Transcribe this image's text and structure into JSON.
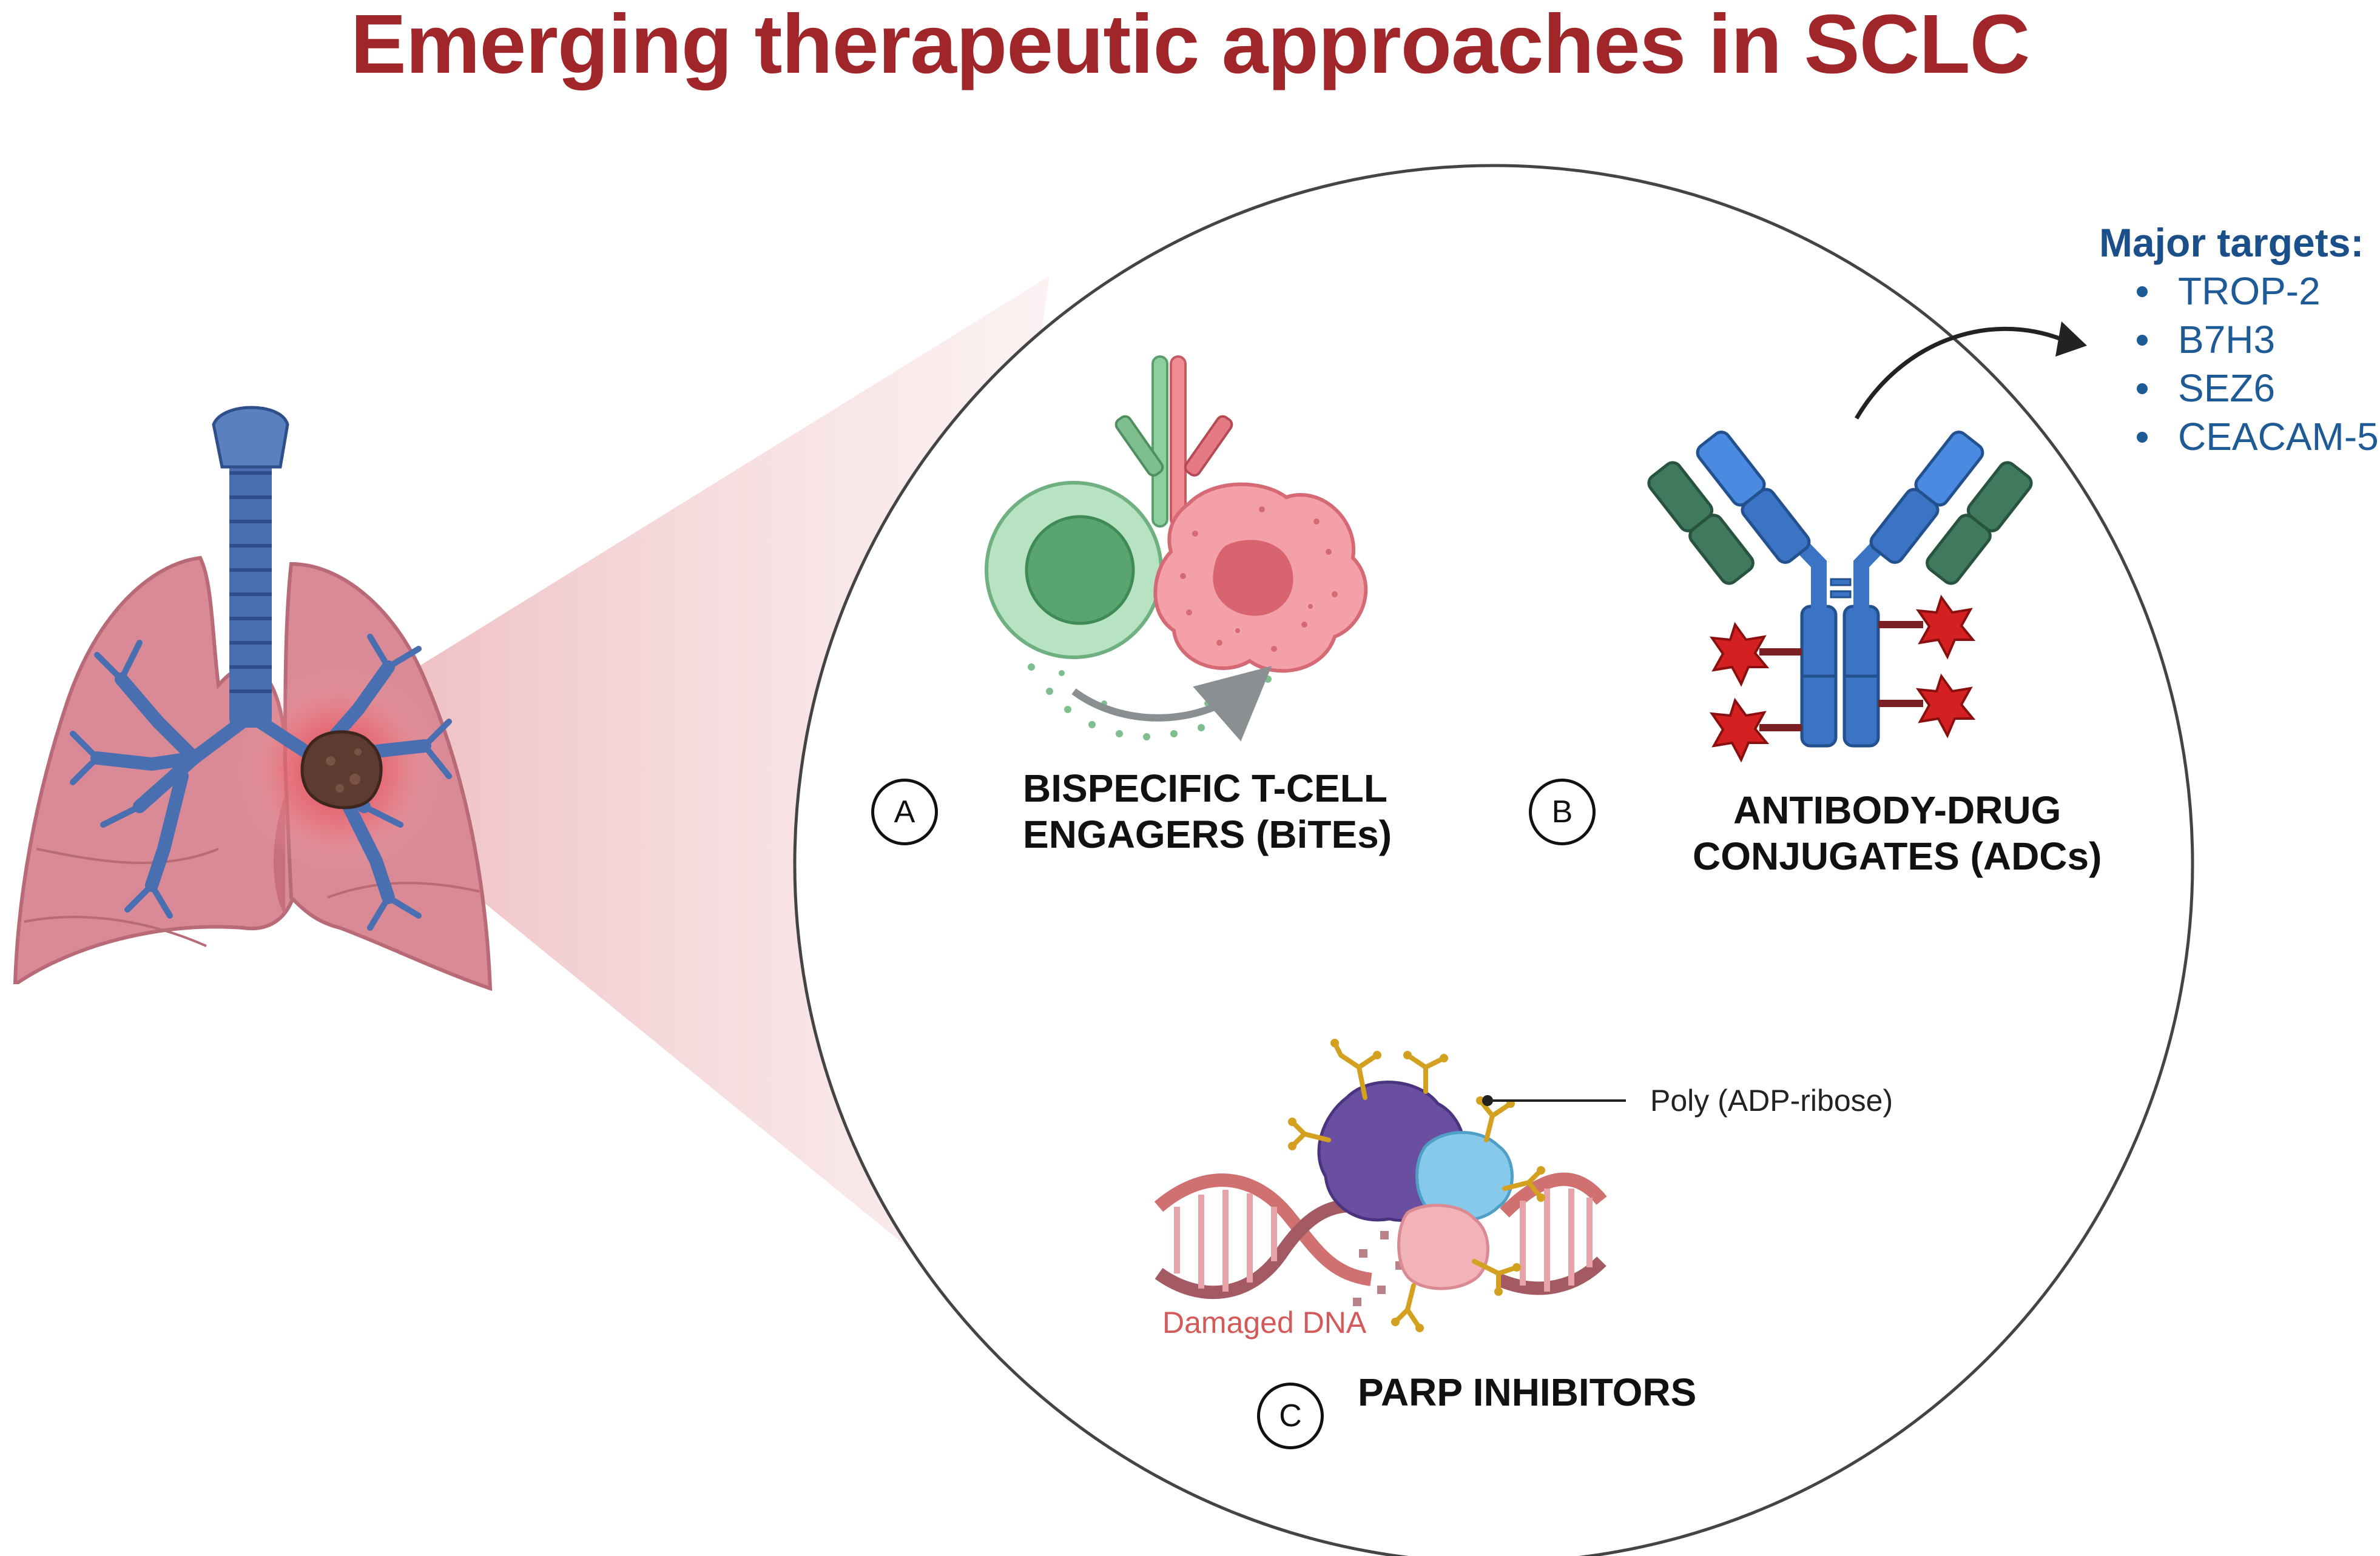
{
  "title": "Emerging therapeutic approaches in SCLC",
  "panels": {
    "a": {
      "letter": "A",
      "label_line1": "BISPECIFIC T-CELL",
      "label_line2": "ENGAGERS (BiTEs)"
    },
    "b": {
      "letter": "B",
      "label_line1": "ANTIBODY-DRUG",
      "label_line2": "CONJUGATES (ADCs)"
    },
    "c": {
      "letter": "C",
      "label": "PARP INHIBITORS",
      "annotation": "Poly (ADP-ribose)",
      "dna_label": "Damaged DNA"
    }
  },
  "targets": {
    "title": "Major targets:",
    "items": [
      "TROP-2",
      "B7H3",
      "SEZ6",
      "CEACAM-5"
    ]
  },
  "colors": {
    "title": "#a0262a",
    "targets": "#1e5a96",
    "lung": "#d98a96",
    "trachea": "#4a6fb0",
    "tcell": "#8fcf9f",
    "tumor_cell": "#f08c94",
    "antibody_heavy": "#3b74c4",
    "antibody_light": "#3f7a5e",
    "drug": "#d42020"
  },
  "icons": [
    "lungs-icon",
    "tumor-icon",
    "t-cell-icon",
    "tumor-cell-icon",
    "bispecific-antibody-icon",
    "antibody-icon",
    "drug-payload-icon",
    "dna-helix-icon",
    "parp-enzyme-icon",
    "arrow-icon"
  ]
}
